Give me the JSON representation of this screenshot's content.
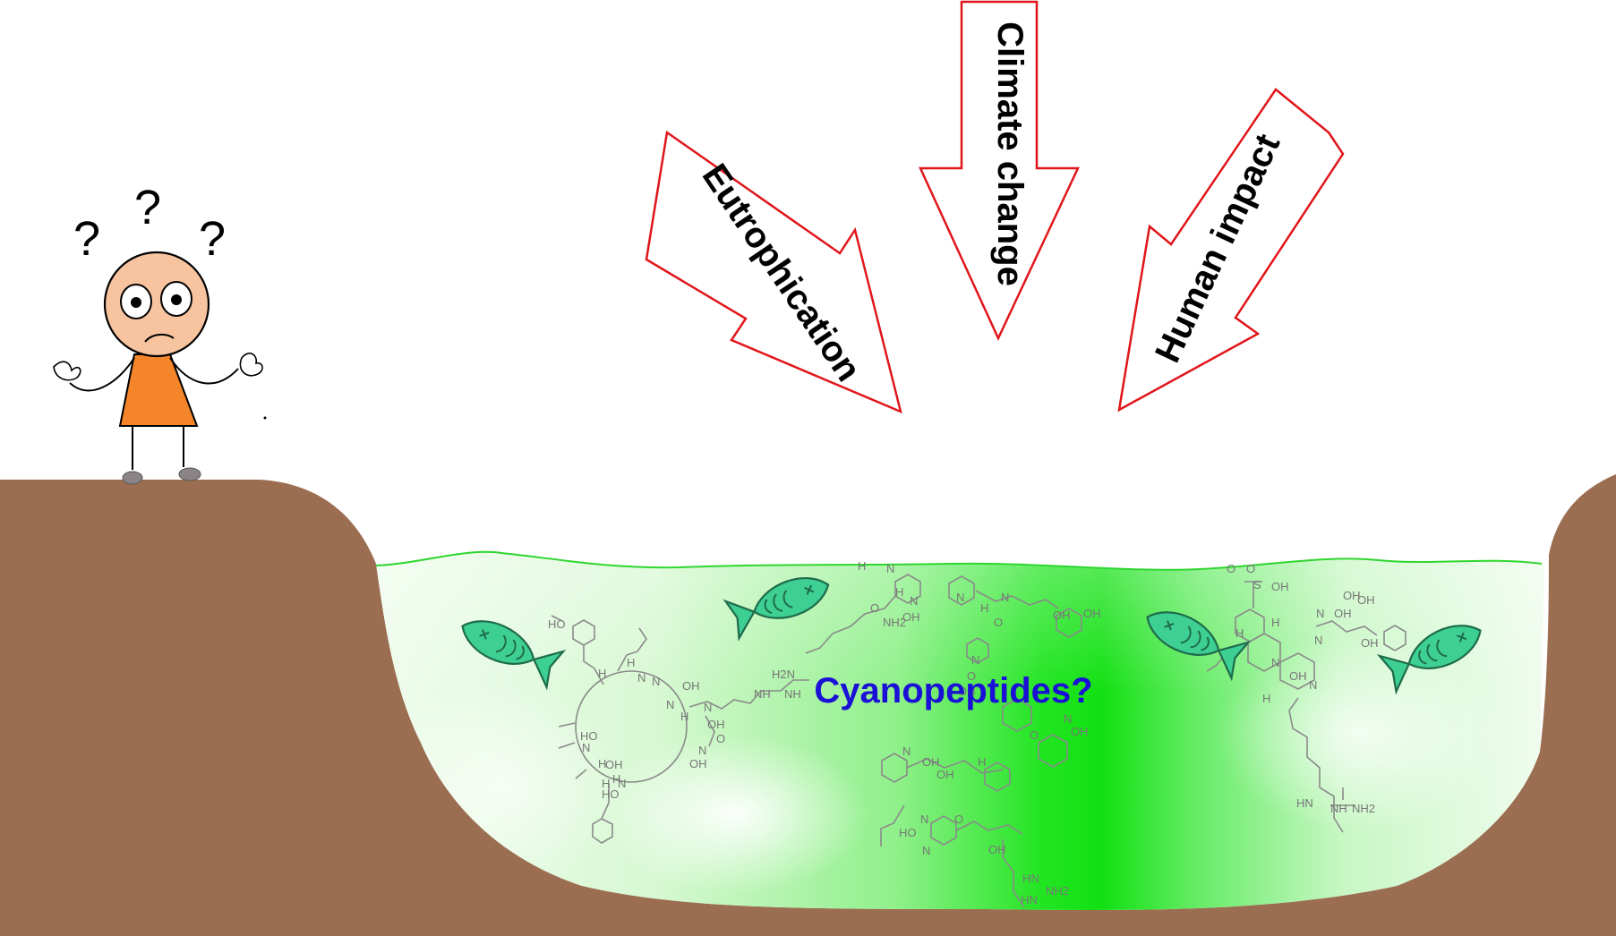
{
  "arrows": [
    {
      "label": "Eutrophication"
    },
    {
      "label": "Climate change"
    },
    {
      "label": "Human impact"
    }
  ],
  "center_label": "Cyanopeptides?",
  "question_marks": [
    "?",
    "?",
    "?"
  ],
  "chem_labels": {
    "m1": [
      "HO",
      "H",
      "H",
      "N",
      "N",
      "OH",
      "N",
      "H",
      "HO",
      "N",
      "H",
      "OH",
      "N",
      "H",
      "H2N",
      "NH",
      "NH",
      "N",
      "OH",
      "O",
      "N",
      "OH",
      "H",
      "HO"
    ],
    "m2": [
      "H",
      "N",
      "NH2",
      "O",
      "H",
      "N",
      "OH",
      "N",
      "H",
      "O",
      "N",
      "OH",
      "OH",
      "N",
      "O",
      "OH",
      "N",
      "OH",
      "OH",
      "H",
      "N",
      "O",
      "OH",
      "HO",
      "N",
      "O",
      "N",
      "OH",
      "HN",
      "HN",
      "NH2"
    ],
    "m3": [
      "O",
      "O",
      "S",
      "OH",
      "H",
      "OH",
      "H",
      "N",
      "OH",
      "OH",
      "N",
      "OH",
      "H",
      "N",
      "OH",
      "N",
      "H",
      "HN",
      "NH",
      "NH2"
    ]
  },
  "colors": {
    "soil": "#9b6e52",
    "water_light": "#e9fbe6",
    "water_dark": "#19e619",
    "water_line": "#2fd62f",
    "arrow_stroke": "#e0161b",
    "center_text": "#1a10d6",
    "shirt": "#f5852a",
    "face": "#f8c4a0",
    "fish_body": "#3dcf94",
    "fish_dark": "#1f6b4a"
  },
  "icons": [
    "confused-person-icon",
    "dead-fish-icon"
  ]
}
